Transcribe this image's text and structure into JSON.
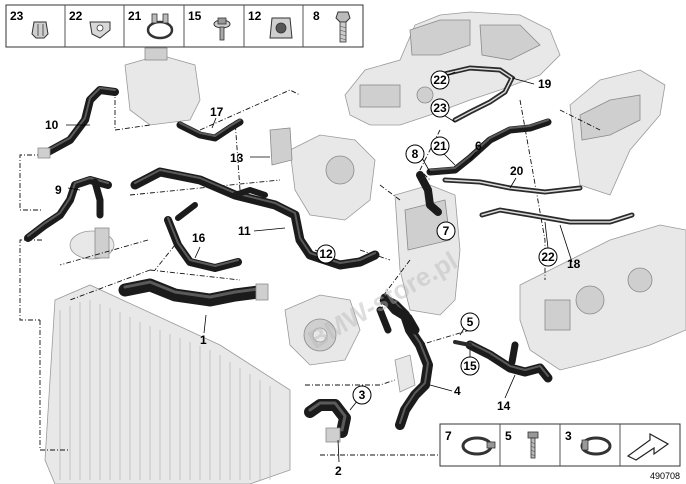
{
  "top_legend": [
    {
      "number": "23",
      "icon": "clip-double-icon"
    },
    {
      "number": "22",
      "icon": "hose-clip-icon"
    },
    {
      "number": "21",
      "icon": "spring-clamp-icon"
    },
    {
      "number": "15",
      "icon": "bolt-washer-icon"
    },
    {
      "number": "12",
      "icon": "retainer-clip-icon"
    },
    {
      "number": "8",
      "icon": "hex-bolt-icon"
    }
  ],
  "bottom_legend": [
    {
      "number": "7",
      "icon": "hose-clamp-icon"
    },
    {
      "number": "5",
      "icon": "screw-icon"
    },
    {
      "number": "3",
      "icon": "clamp-band-icon"
    },
    {
      "number": "",
      "icon": "direction-arrow-icon"
    }
  ],
  "callouts": {
    "c1": "1",
    "c2": "2",
    "c3": "3",
    "c4": "4",
    "c5": "5",
    "c6": "6",
    "c7": "7",
    "c8": "8",
    "c9": "9",
    "c10": "10",
    "c11": "11",
    "c12": "12",
    "c13": "13",
    "c14": "14",
    "c15": "15",
    "c16": "16",
    "c17": "17",
    "c18": "18",
    "c19": "19",
    "c20": "20",
    "c21": "21",
    "c22a": "22",
    "c22b": "22",
    "c23": "23"
  },
  "diagram_number": "490708",
  "watermark": "BMW-store.pl"
}
